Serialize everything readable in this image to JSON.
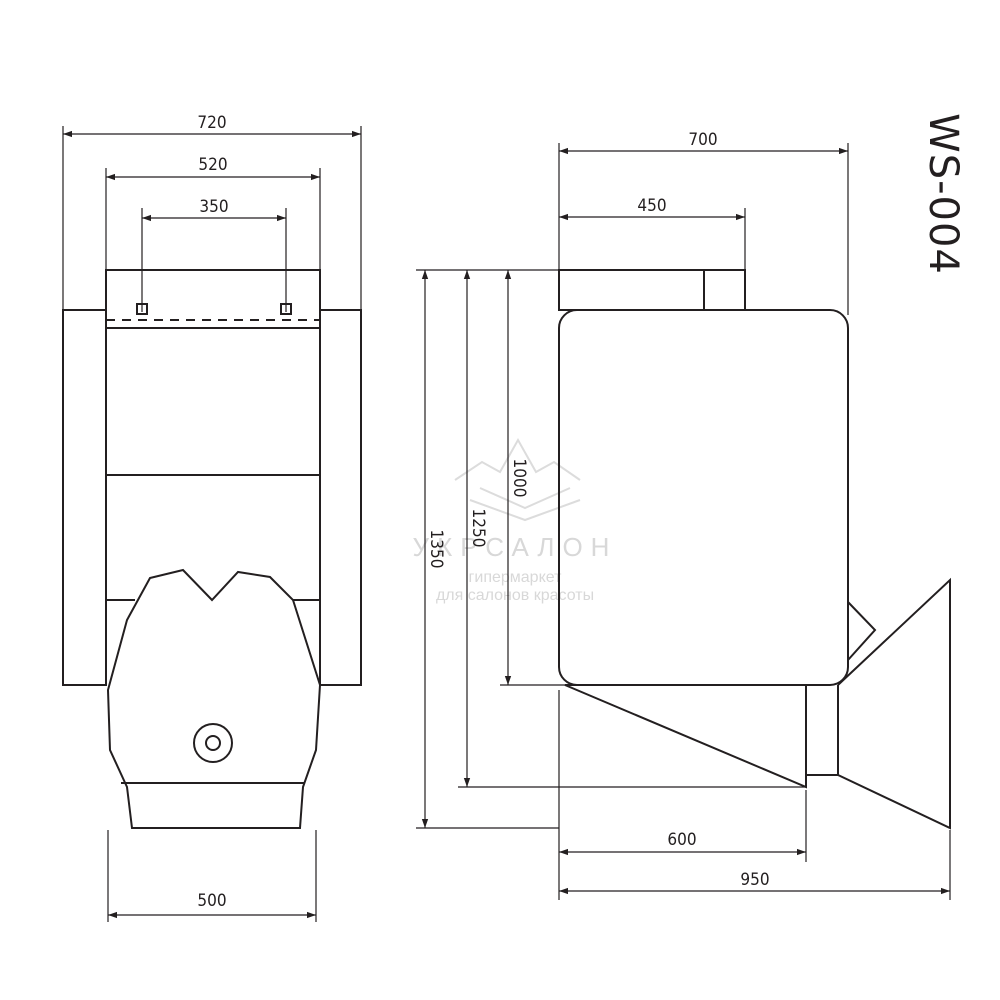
{
  "model_label": "WS-004",
  "watermark": {
    "brand": "УКРСАЛОН",
    "line1": "гипермаркет",
    "line2": "для салонов красоты"
  },
  "front_view": {
    "dimensions": {
      "overall_width": "720",
      "middle_width": "520",
      "mount_spacing": "350",
      "bowl_width": "500"
    }
  },
  "side_view": {
    "dimensions": {
      "top_depth": "700",
      "mount_depth": "450",
      "height_inner": "1000",
      "height_middle": "1250",
      "height_overall": "1350",
      "base_depth": "600",
      "overall_depth": "950"
    }
  }
}
